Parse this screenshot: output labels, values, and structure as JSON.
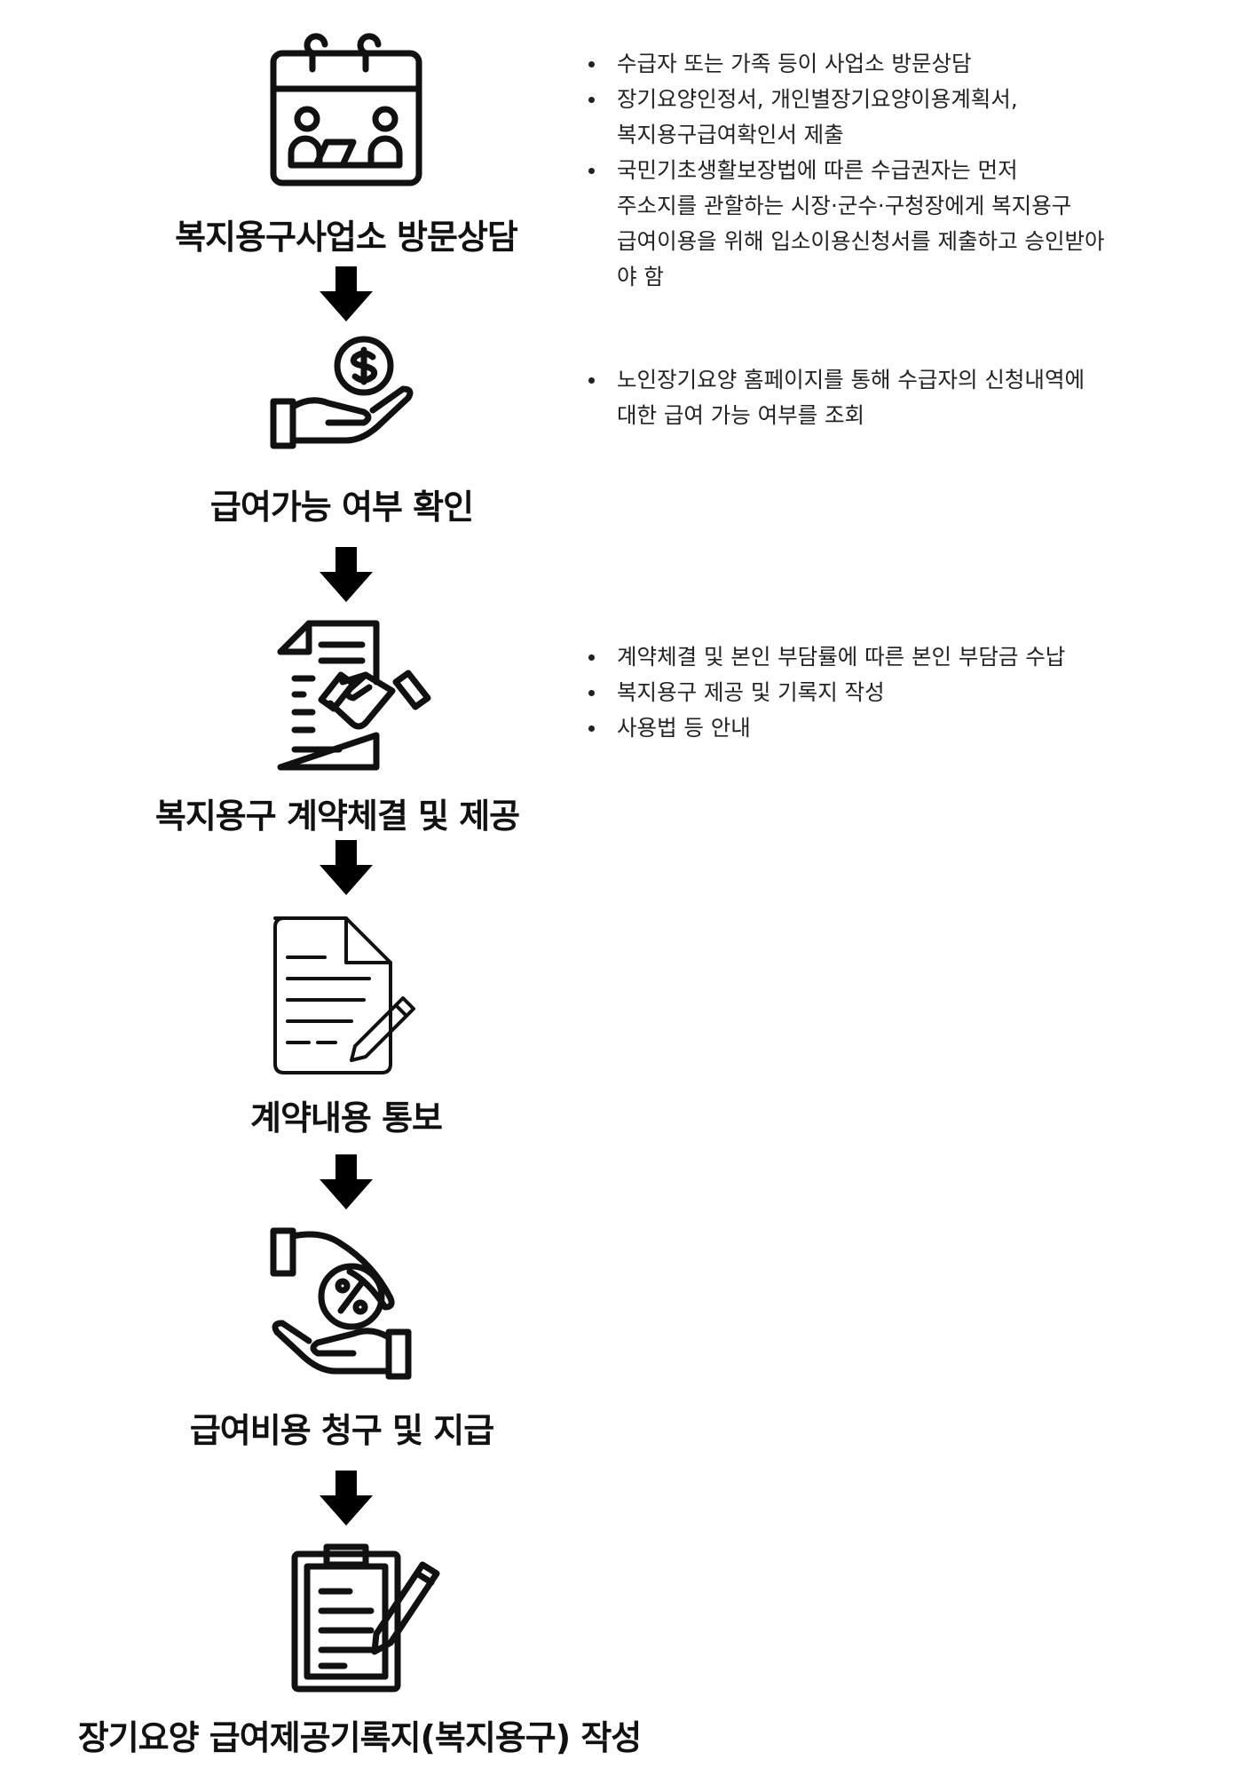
{
  "steps": [
    {
      "title": "복지용구사업소 방문상담",
      "icon": "calendar-consultation-icon",
      "notes": [
        [
          "수급자 또는 가족 등이 사업소 방문상담"
        ],
        [
          "장기요양인정서, 개인별장기요양이용계획서,",
          "복지용구급여확인서 제출"
        ],
        [
          "국민기초생활보장법에 따른 수급권자는 먼저",
          "주소지를 관할하는 시장·군수·구청장에게 복지용구",
          "급여이용을 위해 입소이용신청서를 제출하고 승인받아",
          "야 함"
        ]
      ]
    },
    {
      "title": "급여가능 여부 확인",
      "icon": "hand-coin-icon",
      "notes": [
        [
          "노인장기요양 홈페이지를 통해 수급자의 신청내역에",
          "대한 급여 가능 여부를 조회"
        ]
      ]
    },
    {
      "title": "복지용구 계약체결 및 제공",
      "icon": "contract-handshake-icon",
      "notes": [
        [
          "계약체결 및 본인 부담률에 따른 본인 부담금 수납"
        ],
        [
          "복지용구 제공 및 기록지 작성"
        ],
        [
          "사용법 등 안내"
        ]
      ]
    },
    {
      "title": "계약내용 통보",
      "icon": "document-pen-icon",
      "notes": []
    },
    {
      "title": "급여비용 청구 및 지급",
      "icon": "hand-percent-icon",
      "notes": []
    },
    {
      "title": "장기요양 급여제공기록지(복지용구) 작성",
      "icon": "clipboard-pen-icon",
      "notes": []
    }
  ]
}
